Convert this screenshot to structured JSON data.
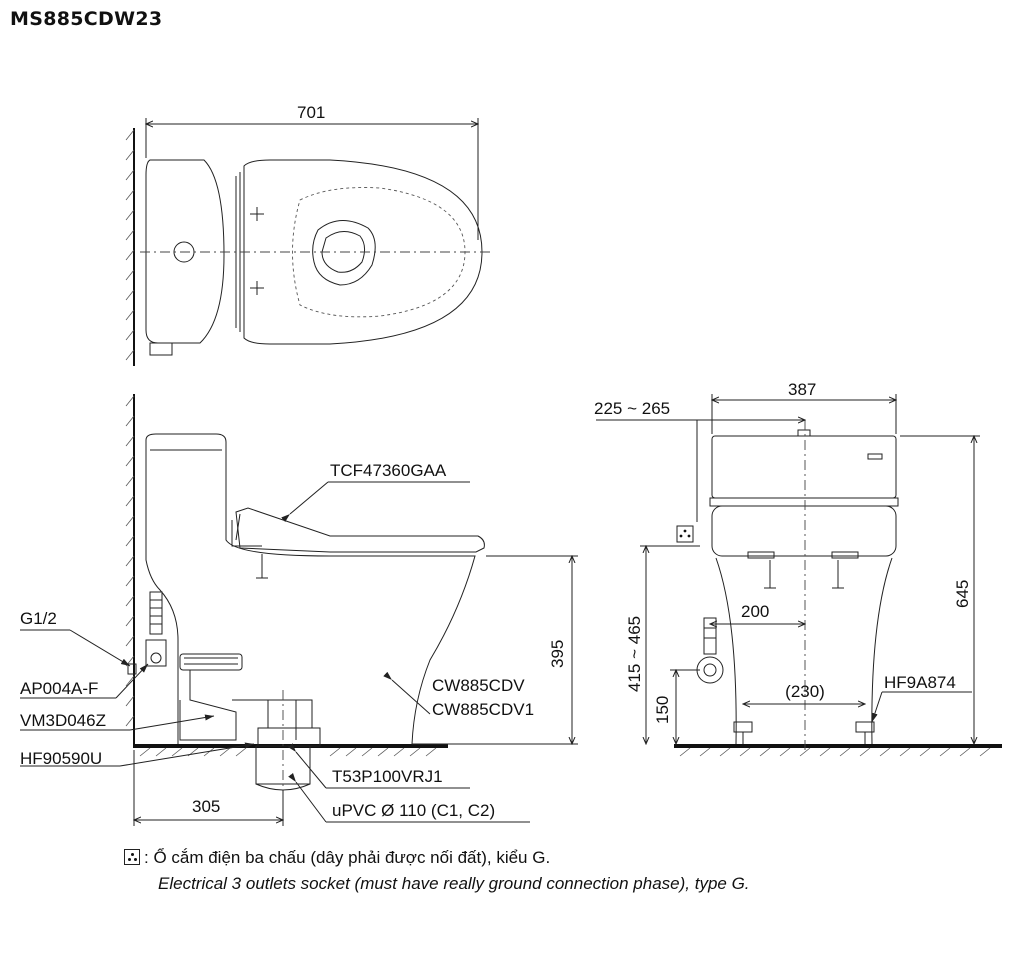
{
  "title": "MS885CDW23",
  "dimensions": {
    "top_width": "701",
    "front_width": "387",
    "outlet_range": "225 ~ 265",
    "total_height": "645",
    "seat_height": "395",
    "socket_height": "415 ~ 465",
    "offset_200": "200",
    "bolt_spacing": "(230)",
    "supply_height": "150",
    "rough_in": "305"
  },
  "parts": {
    "seat": "TCF47360GAA",
    "thread": "G1/2",
    "valve": "AP004A-F",
    "hose": "VM3D046Z",
    "flange": "HF90590U",
    "bowl_1": "CW885CDV",
    "bowl_2": "CW885CDV1",
    "pipe_adapter": "T53P100VRJ1",
    "pipe": "uPVC Ø 110 (C1, C2)",
    "bolt": "HF9A874"
  },
  "legend": {
    "line_vi": ": Ổ cắm điện ba chấu (dây phải được nối đất), kiểu G.",
    "line_en": "Electrical 3 outlets socket (must have really ground connection phase), type G."
  },
  "colors": {
    "line": "#222222",
    "background": "#ffffff"
  }
}
